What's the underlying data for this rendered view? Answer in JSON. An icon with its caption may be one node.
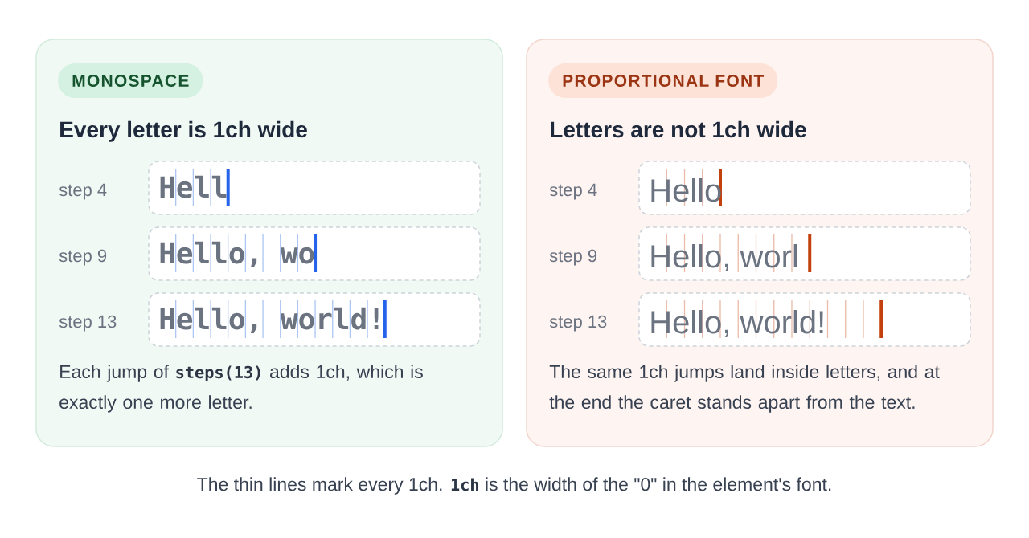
{
  "diagram": {
    "caption": "The thin lines mark every 1ch. **1ch** is the width of the \"0\" in the element's font.",
    "nodes": [
      {
        "text": [
          "Every letter is 1ch wide",
          "Each jump of **steps(13)** adds 1ch, which is exactly one more letter."
        ]
      },
      {
        "text": [
          "MONOSPACE"
        ],
        "in": 0
      },
      {
        "text": [
          "Hell"
        ],
        "beside": [
          "step 4"
        ],
        "in": 0
      },
      {
        "text": [
          "Hello, wo"
        ],
        "beside": [
          "step 9"
        ],
        "in": 0
      },
      {
        "text": [
          "Hello, world!"
        ],
        "beside": [
          "step 13"
        ],
        "in": 0
      },
      {
        "text": [
          "Letters are not 1ch wide",
          "The same 1ch jumps land inside letters, and at the end the caret stands apart from the text."
        ]
      },
      {
        "text": [
          "PROPORTIONAL FONT"
        ],
        "in": 5
      },
      {
        "text": [
          "Hello"
        ],
        "beside": [
          "step 4"
        ],
        "in": 5
      },
      {
        "text": [
          "Hello, worl"
        ],
        "beside": [
          "step 9"
        ],
        "in": 5
      },
      {
        "text": [
          "Hello, world!"
        ],
        "beside": [
          "step 13"
        ],
        "in": 5
      }
    ]
  }
}
